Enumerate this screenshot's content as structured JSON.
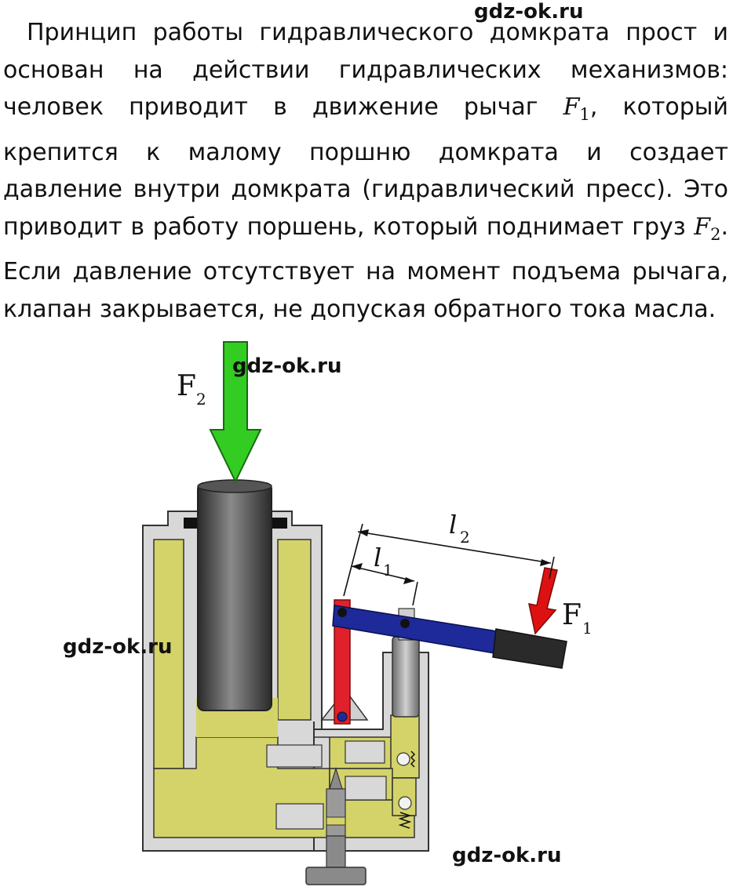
{
  "watermark": "gdz-ok.ru",
  "paragraph": {
    "part1": "Принцип работы гидравлического домкрата прост и основан на действии гидравлических механизмов: человек приводит в движение рычаг ",
    "f1_symbol": "F",
    "f1_index": "1",
    "part2": ", который крепится к малому поршню домкрата и создает давление внутри домкрата (гидравлический пресс). Это приводит в работу поршень, который поднимает груз ",
    "f2_symbol": "F",
    "f2_index": "2",
    "part3": ". Если давление отсутствует на момент подъема рычага, клапан закрывается, не допуская обратного тока масла."
  },
  "diagram": {
    "force2_label": "F",
    "force2_index": "2",
    "force1_label": "F",
    "force1_index": "1",
    "l1_label": "l",
    "l1_index": "1",
    "l2_label": "l",
    "l2_index": "2"
  },
  "colors": {
    "oil": "#d3d36a",
    "body": "#dcdcdc",
    "piston": "#4a4a4a",
    "lever": "#1e2a9a",
    "red_link": "#e0202a",
    "force2_arrow": "#33cc22",
    "force1_arrow": "#dd1111"
  }
}
